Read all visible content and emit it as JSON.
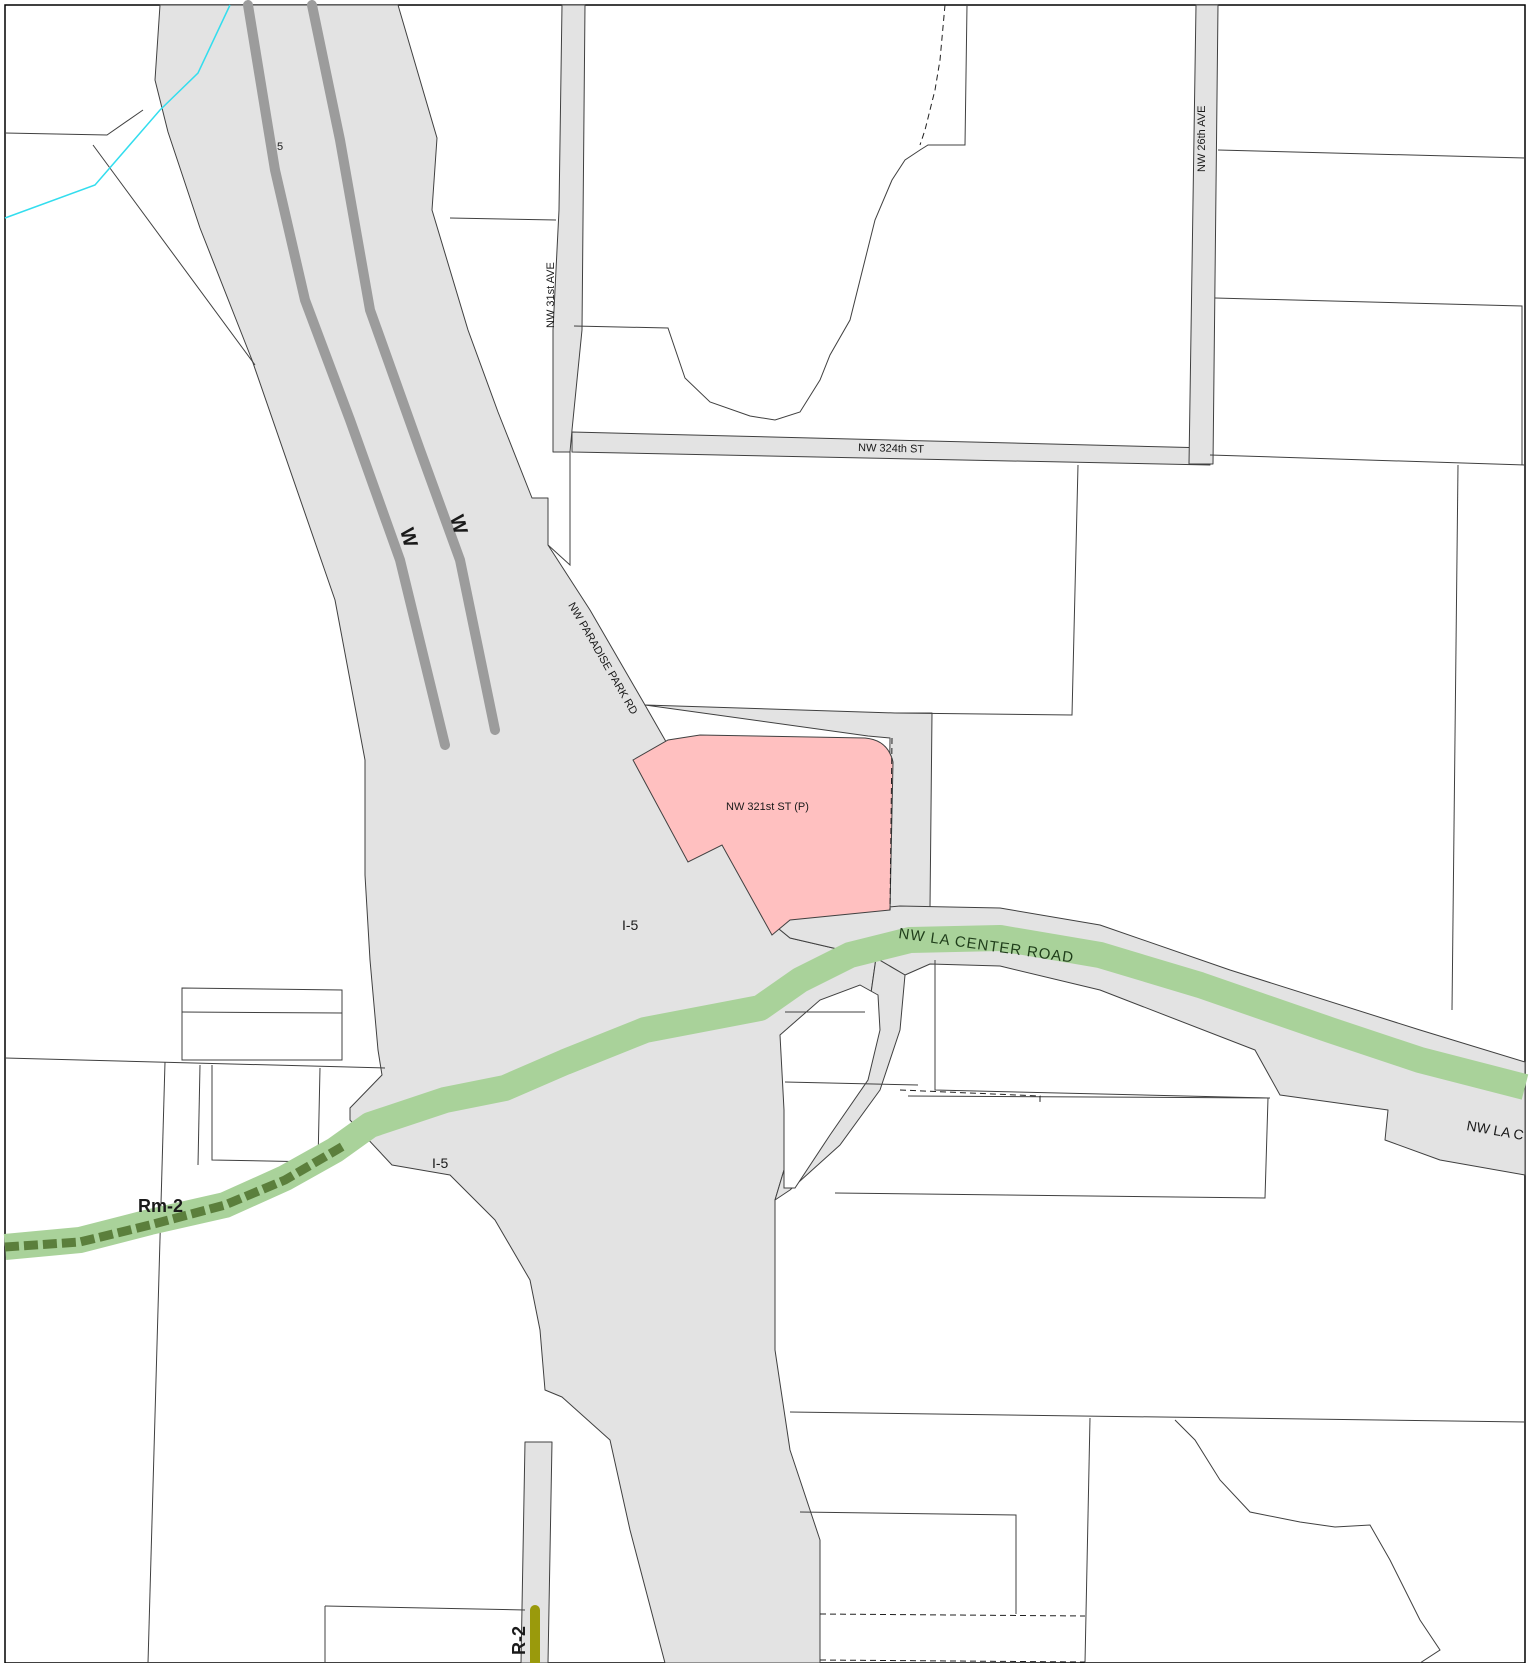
{
  "map": {
    "colors": {
      "background": "#ffffff",
      "right_of_way": "#e3e3e3",
      "parcel_line": "#404040",
      "highlight_parcel": "#ffc0c0",
      "road_overlay_green": "#a9d29a",
      "dashed_zone_line": "#5b7f3c",
      "olive_zone_line": "#9a9a0c",
      "water_line": "#33ddee",
      "freeway_lane": "#9c9c9c"
    },
    "freeway_markers": [
      "W",
      "W"
    ],
    "freeway_top_label": "5",
    "street_labels": {
      "nw_31st_ave": "NW 31st AVE",
      "nw_26th_ave": "NW 26th AVE",
      "nw_324th_st": "NW 324th ST",
      "nw_paradise_park_rd": "NW PARADISE PARK RD",
      "highlight_parcel": "NW 321st ST (P)",
      "i5_upper": "I-5",
      "i5_lower": "I-5",
      "nw_la_center_road": "NW LA CENTER ROAD",
      "nw_la_truncated": "NW LA C"
    },
    "zone_labels": {
      "rm2": "Rm-2",
      "r2": "R-2"
    }
  }
}
